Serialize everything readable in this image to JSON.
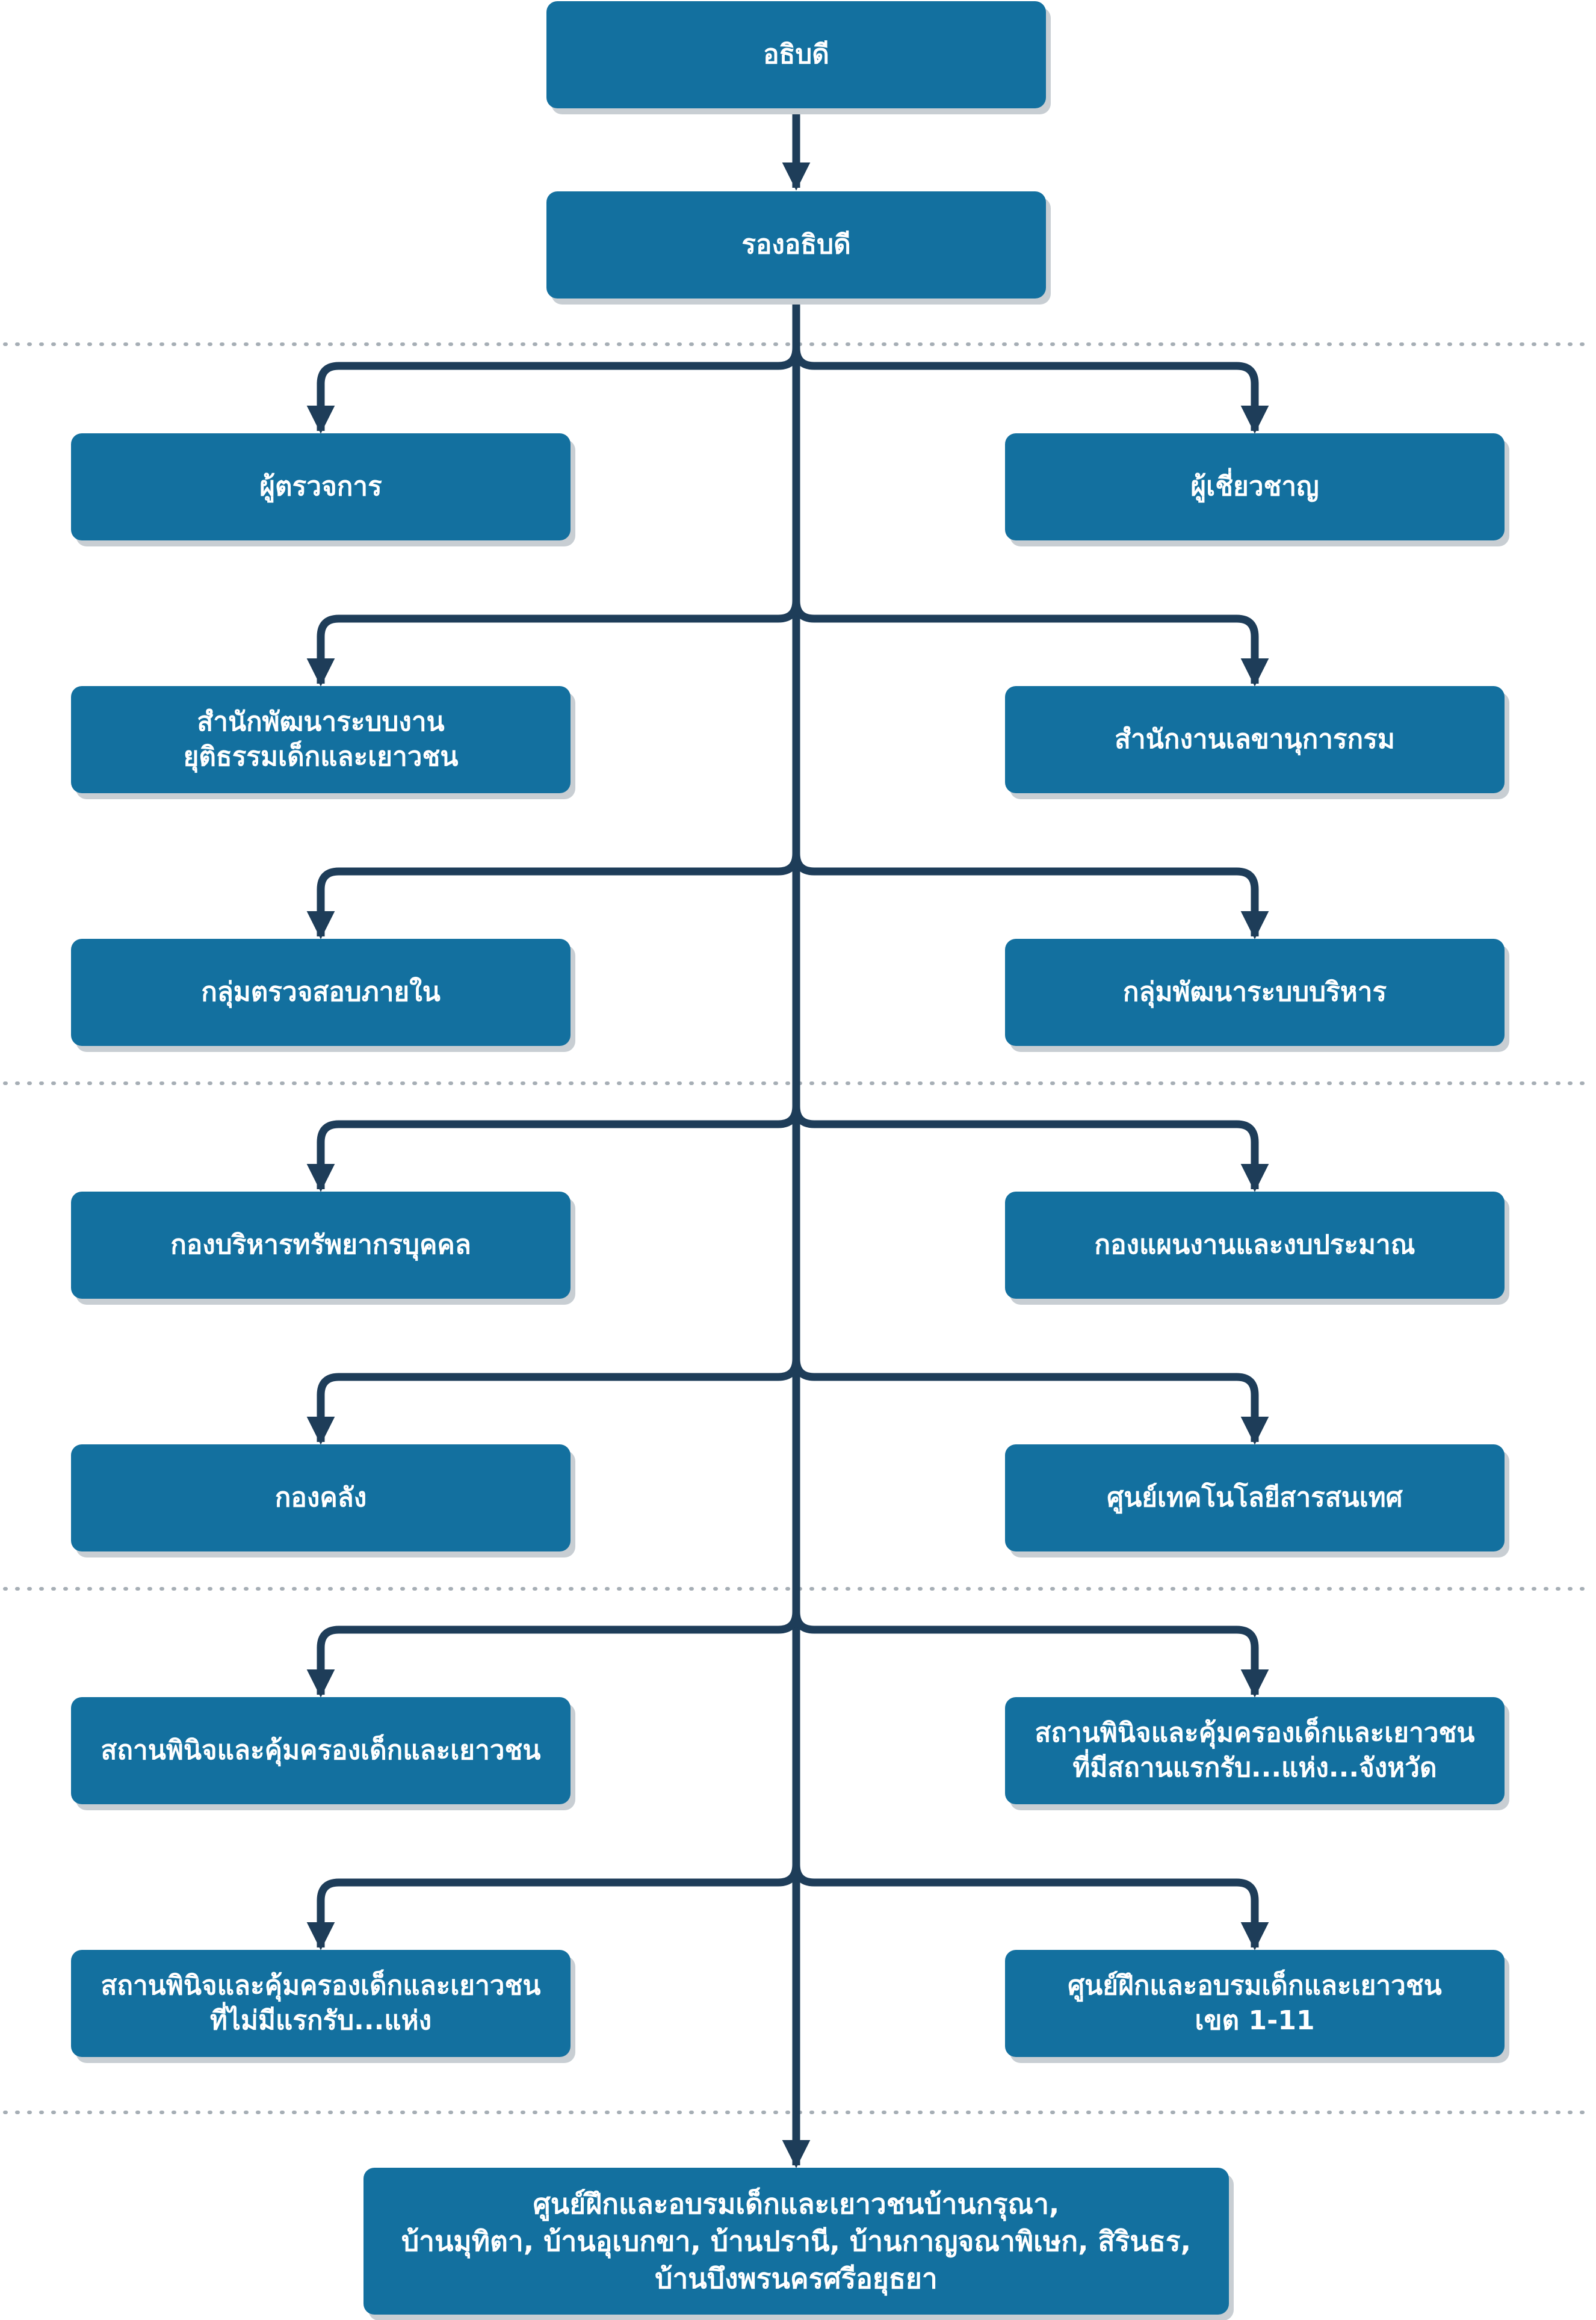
{
  "colors": {
    "box_fill": "#13709f",
    "box_text": "#ffffff",
    "connector": "#1e3d59",
    "separator": "#a6aeb5",
    "shadow": "#c8ced3"
  },
  "boxes": {
    "director": {
      "lines": [
        "อธิบดี"
      ]
    },
    "deputy": {
      "lines": [
        "รองอธิบดี"
      ]
    },
    "inspector": {
      "lines": [
        "ผู้ตรวจการ"
      ]
    },
    "expert": {
      "lines": [
        "ผู้เชี่ยวชาญ"
      ]
    },
    "justice_dev": {
      "lines": [
        "สำนักพัฒนาระบบงาน",
        "ยุติธรรมเด็กและเยาวชน"
      ]
    },
    "secretary": {
      "lines": [
        "สำนักงานเลขานุการกรม"
      ]
    },
    "internal_audit": {
      "lines": [
        "กลุ่มตรวจสอบภายใน"
      ]
    },
    "admin_dev": {
      "lines": [
        "กลุ่มพัฒนาระบบบริหาร"
      ]
    },
    "hr": {
      "lines": [
        "กองบริหารทรัพยากรบุคคล"
      ]
    },
    "planning": {
      "lines": [
        "กองแผนงานและงบประมาณ"
      ]
    },
    "finance": {
      "lines": [
        "กองคลัง"
      ]
    },
    "ict": {
      "lines": [
        "ศูนย์เทคโนโลยีสารสนเทศ"
      ]
    },
    "observation": {
      "lines": [
        "สถานพินิจและคุ้มครองเด็กและเยาวชน"
      ]
    },
    "observation_reception": {
      "lines": [
        "สถานพินิจและคุ้มครองเด็กและเยาวชน",
        "ที่มีสถานแรกรับ...แห่ง...จังหวัด"
      ]
    },
    "observation_no_reception": {
      "lines": [
        "สถานพินิจและคุ้มครองเด็กและเยาวชน",
        "ที่ไม่มีแรกรับ...แห่ง"
      ]
    },
    "training_centers": {
      "lines": [
        "ศูนย์ฝึกและอบรมเด็กและเยาวชน",
        "เขต 1-11"
      ]
    },
    "training_homes": {
      "lines": [
        "ศูนย์ฝึกและอบรมเด็กและเยาวชนบ้านกรุณา,",
        "บ้านมุทิตา, บ้านอุเบกขา, บ้านปรานี, บ้านกาญจณาพิเษก, สิรินธร,",
        "บ้านบึงพรนครศรีอยุธยา"
      ]
    }
  }
}
